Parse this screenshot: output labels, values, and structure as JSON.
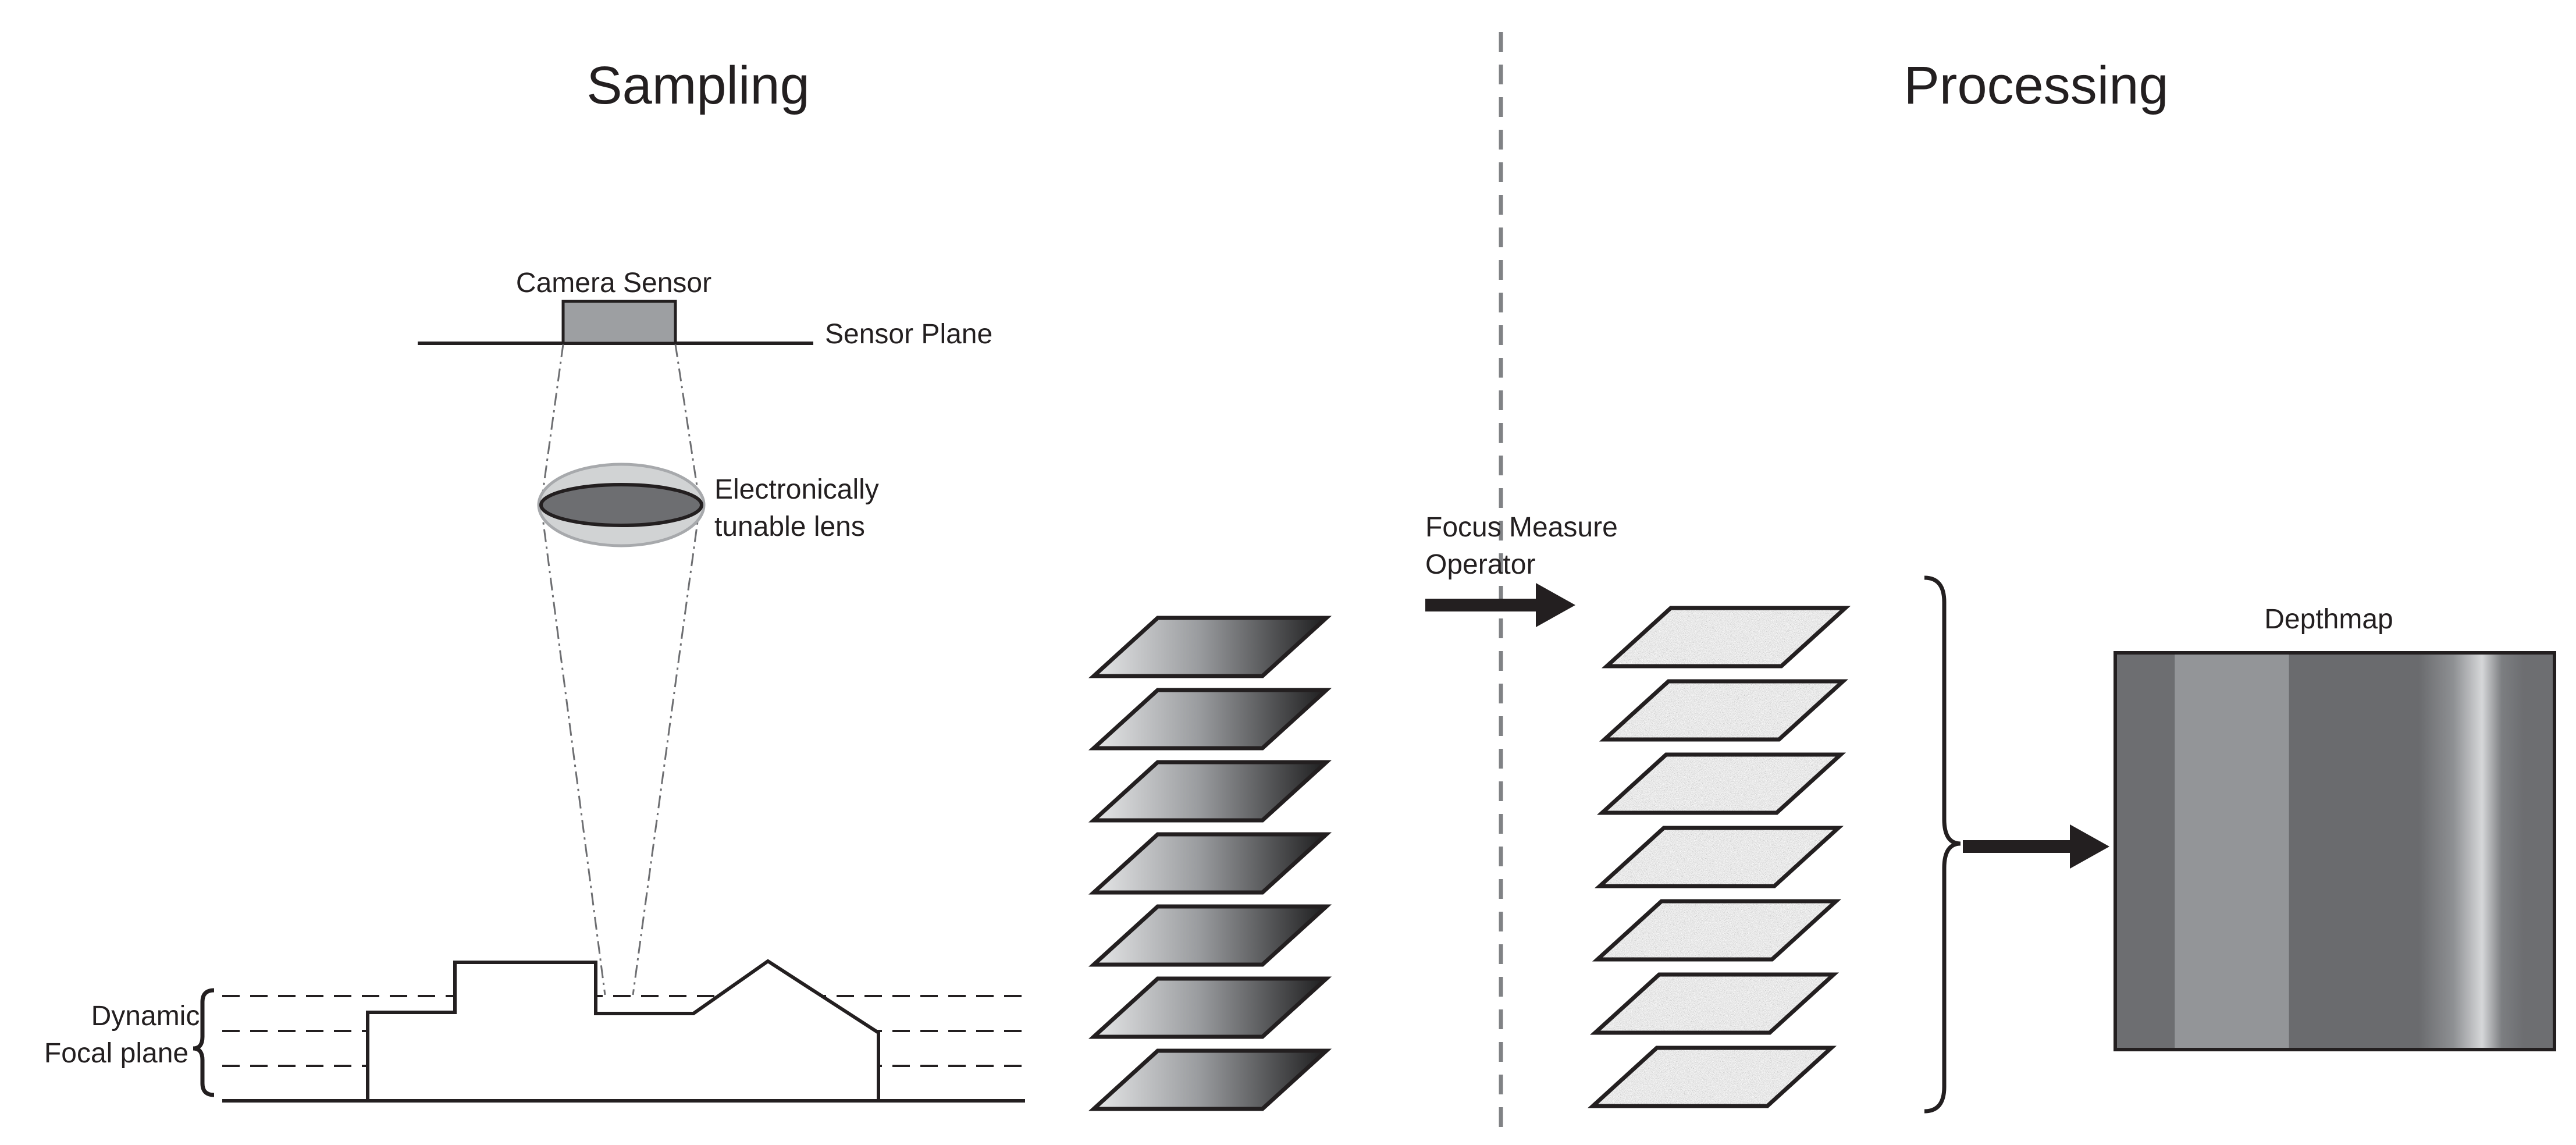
{
  "sections": {
    "sampling": "Sampling",
    "processing": "Processing"
  },
  "labels": {
    "camera_sensor": "Camera Sensor",
    "sensor_plane": "Sensor Plane",
    "lens_line1": "Electronically",
    "lens_line2": "tunable lens",
    "focal_line1": "Dynamic",
    "focal_line2": "Focal plane",
    "operator_line1": "Focus Measure",
    "operator_line2": "Operator",
    "depthmap": "Depthmap"
  },
  "stacks": {
    "image_stack_count": 7,
    "focus_stack_count": 7
  },
  "colors": {
    "ink": "#231f20",
    "sensor_fill": "#9d9fa2",
    "lens_outer": "#d1d3d4",
    "lens_inner": "#6d6e71",
    "divider": "#808285"
  }
}
